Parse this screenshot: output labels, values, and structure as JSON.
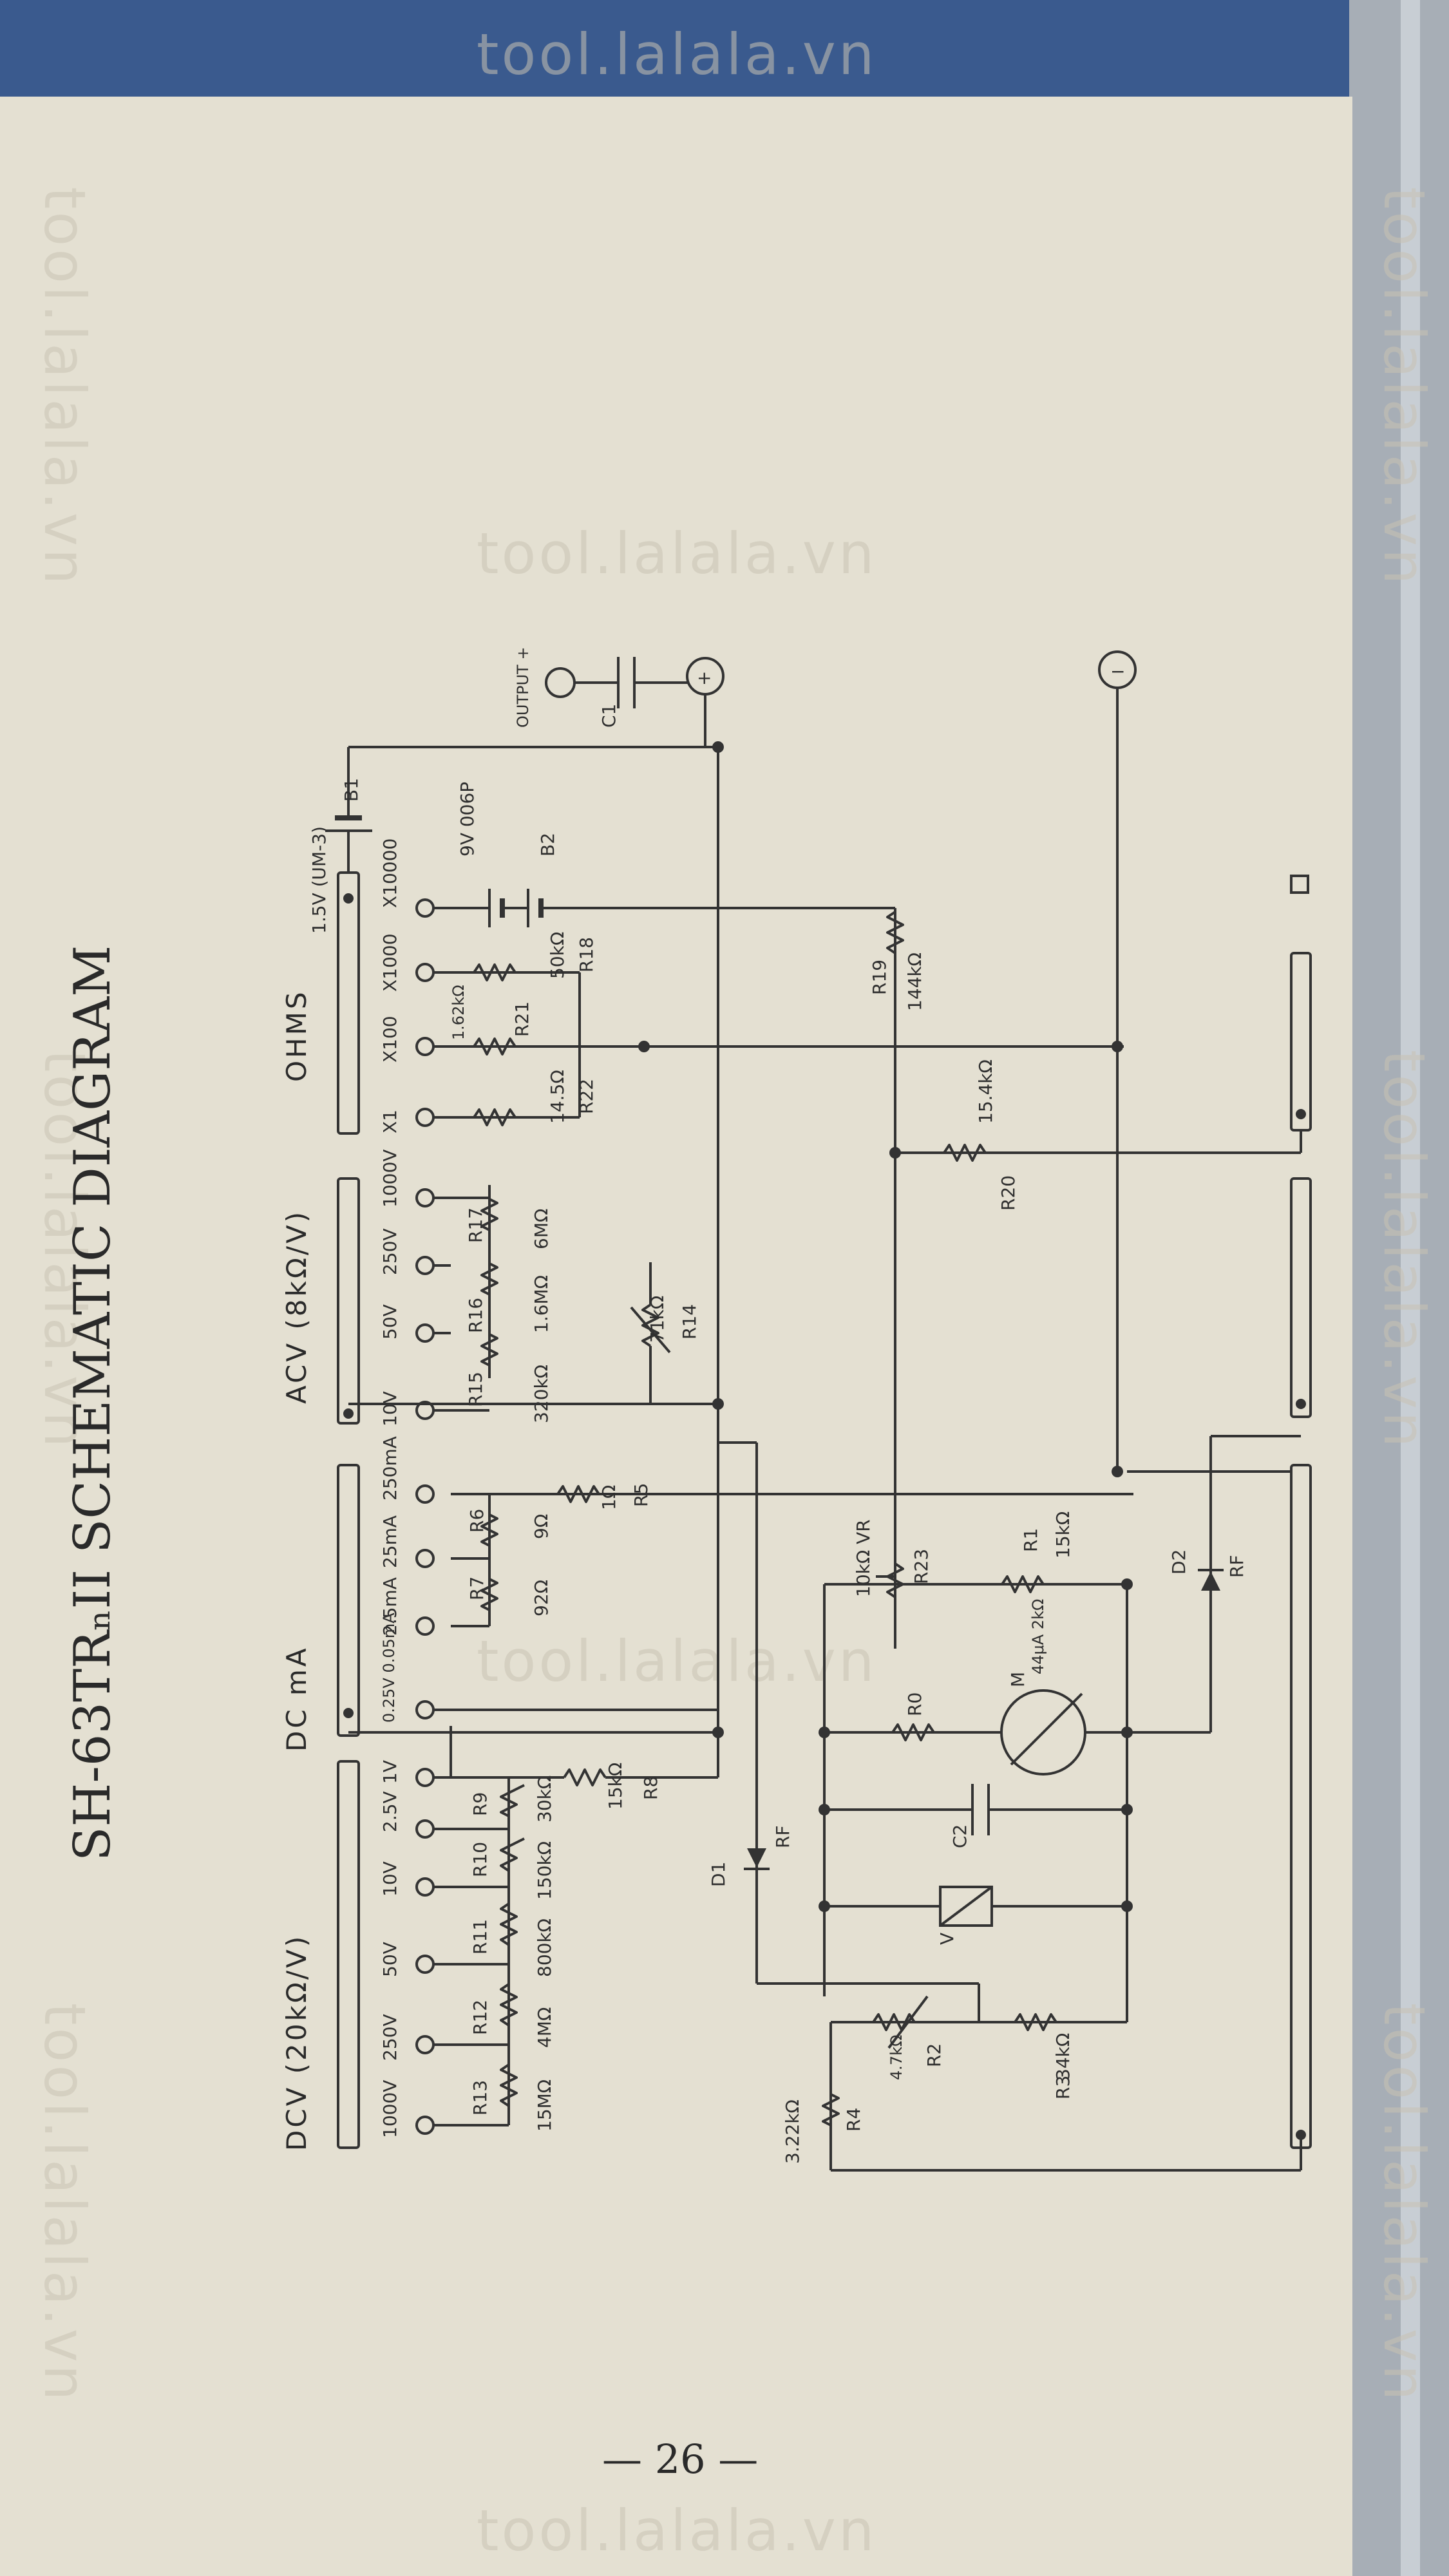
{
  "watermark": "tool.lalala.vn",
  "title": "SH-63TRₙII SCHEMATIC DIAGRAM",
  "page_number": "— 26 —",
  "headings": {
    "dcv": "DCV (20kΩ/V)",
    "dcma": "DC mA",
    "acv": "ACV (8kΩ/V)",
    "ohms": "OHMS"
  },
  "dcv_ranges": [
    "1000V",
    "250V",
    "50V",
    "10V",
    "2.5V",
    "1V"
  ],
  "dcv_resistors": [
    {
      "name": "R13",
      "value": "15MΩ"
    },
    {
      "name": "R12",
      "value": "4MΩ"
    },
    {
      "name": "R11",
      "value": "800kΩ"
    },
    {
      "name": "R10",
      "value": "150kΩ"
    },
    {
      "name": "R9",
      "value": "30kΩ"
    }
  ],
  "r8": {
    "name": "R8",
    "value": "15kΩ"
  },
  "dcma_ranges": [
    "0.25V 0.05mA",
    "2.5mA",
    "25mA",
    "250mA"
  ],
  "dcma_resistors": [
    {
      "name": "R7",
      "value": "92Ω"
    },
    {
      "name": "R6",
      "value": "9Ω"
    },
    {
      "name": "R5",
      "value": "1Ω"
    }
  ],
  "acv_ranges": [
    "10V",
    "50V",
    "250V",
    "1000V"
  ],
  "acv_resistors": [
    {
      "name": "R15",
      "value": "320kΩ"
    },
    {
      "name": "R16",
      "value": "1.6MΩ"
    },
    {
      "name": "R17",
      "value": "6MΩ"
    }
  ],
  "r14": {
    "name": "R14",
    "value": "71kΩ"
  },
  "ohms_ranges": [
    "X1",
    "X100",
    "X1000",
    "X10000"
  ],
  "ohms_resistors": [
    {
      "name": "R22",
      "value": "14.5Ω"
    },
    {
      "name": "R21",
      "value": "1.62kΩ"
    },
    {
      "name": "R18",
      "value": "50kΩ"
    }
  ],
  "battery_b1": {
    "name": "B1",
    "value": "1.5V (UM-3)"
  },
  "battery_b2": {
    "name": "B2",
    "value": "9V 006P"
  },
  "output": {
    "label": "OUTPUT +",
    "cap": "C1"
  },
  "r19": {
    "name": "R19",
    "value": "144kΩ"
  },
  "r20": {
    "name": "R20",
    "value": "15.4kΩ"
  },
  "r23": {
    "name": "R23",
    "value": "10kΩ VR"
  },
  "r1": {
    "name": "R1",
    "value": "15kΩ"
  },
  "r0": {
    "name": "R0"
  },
  "meter": {
    "name": "M",
    "value": "44μA 2kΩ"
  },
  "c2": {
    "name": "C2"
  },
  "varistor": {
    "name": "V"
  },
  "d1": {
    "name": "D1",
    "value": "RF"
  },
  "d2": {
    "name": "D2",
    "value": "RF"
  },
  "r4": {
    "name": "R4",
    "value": "3.22kΩ"
  },
  "r2": {
    "name": "R2",
    "value": "4.7kΩ"
  },
  "r3": {
    "name": "R3",
    "value": "34kΩ"
  },
  "terminals": {
    "plus": "+",
    "minus": "−"
  }
}
